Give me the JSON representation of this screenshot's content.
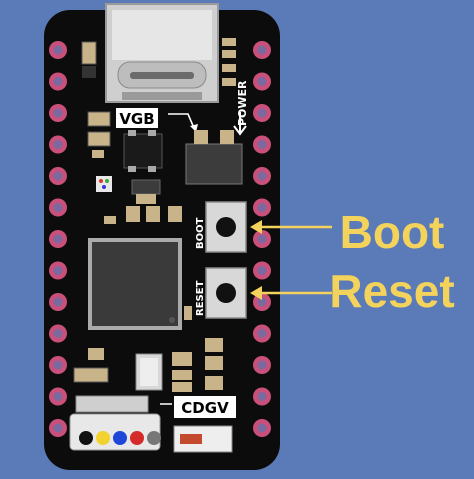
{
  "colors": {
    "background": "#5a7ab8",
    "board": "#0c0c0c",
    "pad_ring": "#c8507a",
    "pad_hole": "#7a6aa0",
    "usb_metal": "#d0d0d0",
    "chip": "#3a3a3a",
    "callout_text": "#f3d35b",
    "arrow": "#f3d35b",
    "silk": "#ffffff",
    "smd_tan": "#c9b48a"
  },
  "silkscreen": {
    "vgb": "VGB",
    "power": "POWER",
    "boot": "BOOT",
    "reset": "RESET",
    "cdgv": "CDGV"
  },
  "callouts": {
    "boot": "Boot",
    "reset": "Reset"
  },
  "connector_wires": [
    "black",
    "yellow",
    "blue",
    "red",
    "gray"
  ]
}
